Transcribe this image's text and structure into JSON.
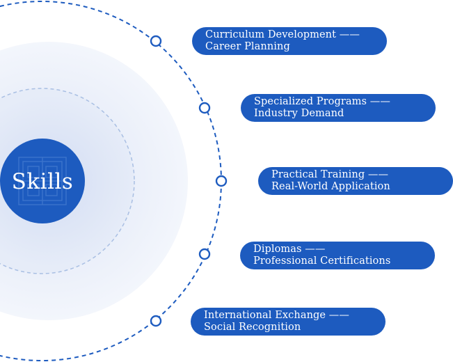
{
  "center": {
    "label": "Skills"
  },
  "items": [
    {
      "line1": "Curriculum Development ——",
      "line2": "Career Planning"
    },
    {
      "line1": "Specialized Programs ——",
      "line2": "Industry Demand"
    },
    {
      "line1": "Practical Training ——",
      "line2": "Real-World Application"
    },
    {
      "line1": "Diplomas ——",
      "line2": "Professional Certifications"
    },
    {
      "line1": "International Exchange ——",
      "line2": "Social Recognition"
    }
  ],
  "colors": {
    "accent": "#1d5bbf",
    "halo": "#eef2fa",
    "ring_dashed": "#a9bfe3",
    "node_fill": "#ffffff"
  }
}
